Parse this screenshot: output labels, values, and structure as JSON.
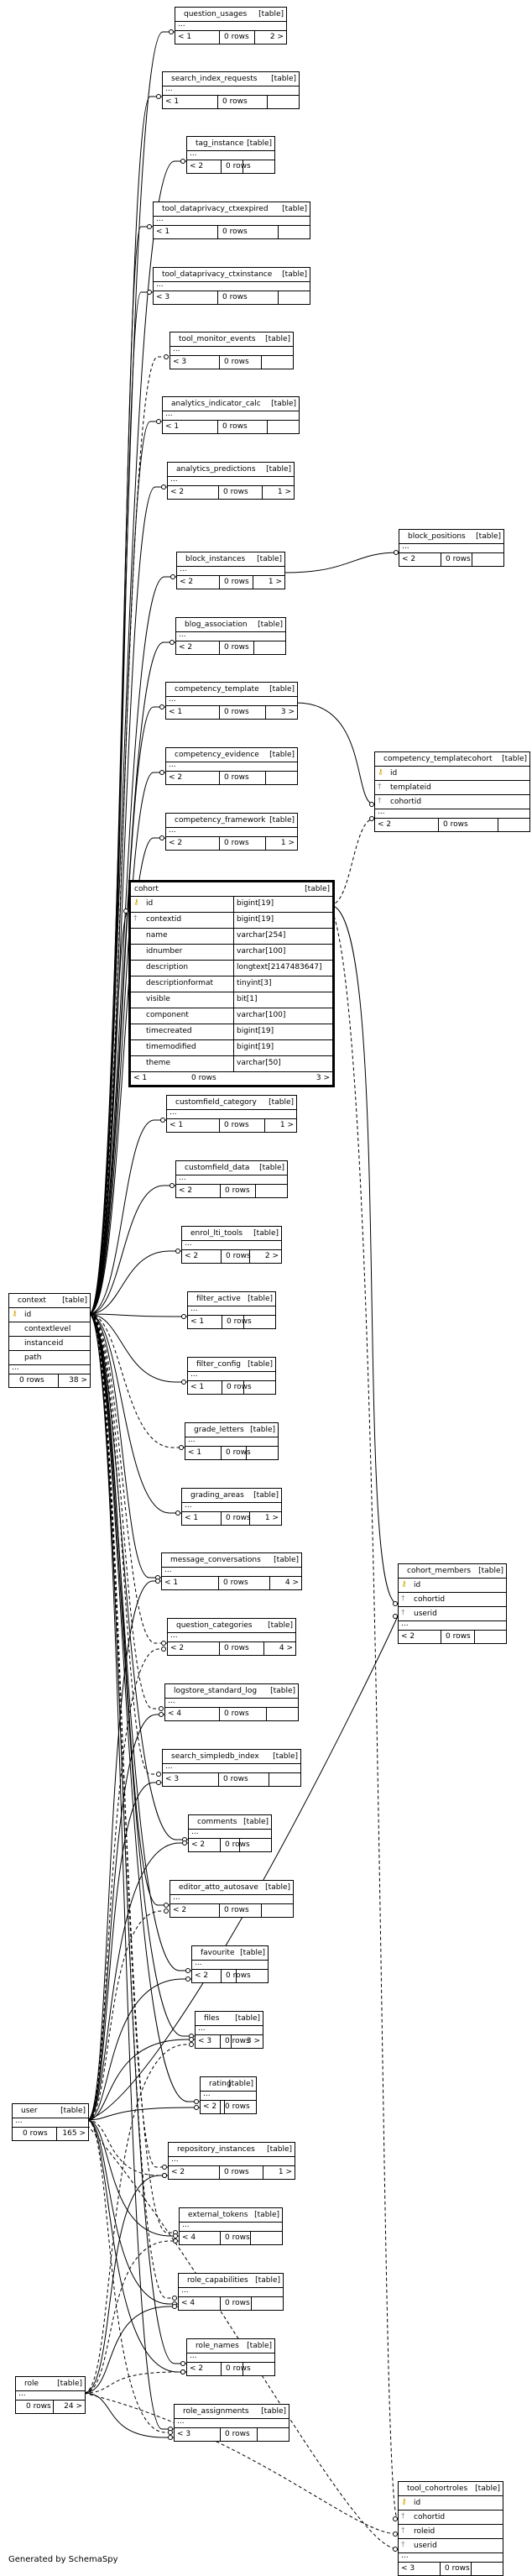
{
  "footer": "Generated by SchemaSpy",
  "table_tag": "[table]",
  "ellipsis": "...",
  "tables": [
    {
      "id": "question_usages",
      "name": "question_usages",
      "fl": "< 1",
      "fm": "0 rows",
      "fr": "2 >"
    },
    {
      "id": "search_index_requests",
      "name": "search_index_requests",
      "fl": "< 1",
      "fm": "0 rows",
      "fr": ""
    },
    {
      "id": "tag_instance",
      "name": "tag_instance",
      "fl": "< 2",
      "fm": "0 rows",
      "fr": ""
    },
    {
      "id": "tool_dataprivacy_ctxexpired",
      "name": "tool_dataprivacy_ctxexpired",
      "fl": "< 1",
      "fm": "0 rows",
      "fr": ""
    },
    {
      "id": "tool_dataprivacy_ctxinstance",
      "name": "tool_dataprivacy_ctxinstance",
      "fl": "< 3",
      "fm": "0 rows",
      "fr": ""
    },
    {
      "id": "tool_monitor_events",
      "name": "tool_monitor_events",
      "fl": "< 3",
      "fm": "0 rows",
      "fr": ""
    },
    {
      "id": "analytics_indicator_calc",
      "name": "analytics_indicator_calc",
      "fl": "< 1",
      "fm": "0 rows",
      "fr": ""
    },
    {
      "id": "analytics_predictions",
      "name": "analytics_predictions",
      "fl": "< 2",
      "fm": "0 rows",
      "fr": "1 >"
    },
    {
      "id": "block_instances",
      "name": "block_instances",
      "fl": "< 2",
      "fm": "0 rows",
      "fr": "1 >"
    },
    {
      "id": "block_positions",
      "name": "block_positions",
      "fl": "< 2",
      "fm": "0 rows",
      "fr": ""
    },
    {
      "id": "blog_association",
      "name": "blog_association",
      "fl": "< 2",
      "fm": "0 rows",
      "fr": ""
    },
    {
      "id": "competency_template",
      "name": "competency_template",
      "fl": "< 1",
      "fm": "0 rows",
      "fr": "3 >"
    },
    {
      "id": "competency_evidence",
      "name": "competency_evidence",
      "fl": "< 2",
      "fm": "0 rows",
      "fr": ""
    },
    {
      "id": "competency_framework",
      "name": "competency_framework",
      "fl": "< 2",
      "fm": "0 rows",
      "fr": "1 >"
    },
    {
      "id": "customfield_category",
      "name": "customfield_category",
      "fl": "< 1",
      "fm": "0 rows",
      "fr": "1 >"
    },
    {
      "id": "customfield_data",
      "name": "customfield_data",
      "fl": "< 2",
      "fm": "0 rows",
      "fr": ""
    },
    {
      "id": "enrol_lti_tools",
      "name": "enrol_lti_tools",
      "fl": "< 2",
      "fm": "0 rows",
      "fr": "2 >"
    },
    {
      "id": "filter_active",
      "name": "filter_active",
      "fl": "< 1",
      "fm": "0 rows",
      "fr": ""
    },
    {
      "id": "filter_config",
      "name": "filter_config",
      "fl": "< 1",
      "fm": "0 rows",
      "fr": ""
    },
    {
      "id": "grade_letters",
      "name": "grade_letters",
      "fl": "< 1",
      "fm": "0 rows",
      "fr": ""
    },
    {
      "id": "grading_areas",
      "name": "grading_areas",
      "fl": "< 1",
      "fm": "0 rows",
      "fr": "1 >"
    },
    {
      "id": "message_conversations",
      "name": "message_conversations",
      "fl": "< 1",
      "fm": "0 rows",
      "fr": "4 >"
    },
    {
      "id": "question_categories",
      "name": "question_categories",
      "fl": "< 2",
      "fm": "0 rows",
      "fr": "4 >"
    },
    {
      "id": "logstore_standard_log",
      "name": "logstore_standard_log",
      "fl": "< 4",
      "fm": "0 rows",
      "fr": ""
    },
    {
      "id": "search_simpledb_index",
      "name": "search_simpledb_index",
      "fl": "< 3",
      "fm": "0 rows",
      "fr": ""
    },
    {
      "id": "comments",
      "name": "comments",
      "fl": "< 2",
      "fm": "0 rows",
      "fr": ""
    },
    {
      "id": "editor_atto_autosave",
      "name": "editor_atto_autosave",
      "fl": "< 2",
      "fm": "0 rows",
      "fr": ""
    },
    {
      "id": "favourite",
      "name": "favourite",
      "fl": "< 2",
      "fm": "0 rows",
      "fr": ""
    },
    {
      "id": "files",
      "name": "files",
      "fl": "< 3",
      "fm": "0 rows",
      "fr": "3 >"
    },
    {
      "id": "rating",
      "name": "rating",
      "fl": "< 2",
      "fm": "0 rows",
      "fr": ""
    },
    {
      "id": "repository_instances",
      "name": "repository_instances",
      "fl": "< 2",
      "fm": "0 rows",
      "fr": "1 >"
    },
    {
      "id": "external_tokens",
      "name": "external_tokens",
      "fl": "< 4",
      "fm": "0 rows",
      "fr": ""
    },
    {
      "id": "role_capabilities",
      "name": "role_capabilities",
      "fl": "< 4",
      "fm": "0 rows",
      "fr": ""
    },
    {
      "id": "role_names",
      "name": "role_names",
      "fl": "< 2",
      "fm": "0 rows",
      "fr": ""
    },
    {
      "id": "role_assignments",
      "name": "role_assignments",
      "fl": "< 3",
      "fm": "0 rows",
      "fr": ""
    },
    {
      "id": "context",
      "name": "context",
      "cols": [
        {
          "n": "id",
          "key": true
        },
        {
          "n": "contextlevel"
        },
        {
          "n": "instanceid"
        },
        {
          "n": "path"
        }
      ],
      "fl": "",
      "fm": "0 rows",
      "fr": "38 >"
    },
    {
      "id": "user",
      "name": "user",
      "fl": "",
      "fm": "0 rows",
      "fr": "165 >"
    },
    {
      "id": "role",
      "name": "role",
      "fl": "",
      "fm": "0 rows",
      "fr": "24 >"
    },
    {
      "id": "competency_templatecohort",
      "name": "competency_templatecohort",
      "cols": [
        {
          "n": "id",
          "key": true
        },
        {
          "n": "templateid",
          "fk": true
        },
        {
          "n": "cohortid",
          "fk": true
        }
      ],
      "fl": "< 2",
      "fm": "0 rows",
      "fr": ""
    },
    {
      "id": "cohort_members",
      "name": "cohort_members",
      "cols": [
        {
          "n": "id",
          "key": true
        },
        {
          "n": "cohortid",
          "fk": true
        },
        {
          "n": "userid",
          "fk": true
        }
      ],
      "fl": "< 2",
      "fm": "0 rows",
      "fr": ""
    },
    {
      "id": "tool_cohortroles",
      "name": "tool_cohortroles",
      "cols": [
        {
          "n": "id",
          "key": true
        },
        {
          "n": "cohortid",
          "fk": true
        },
        {
          "n": "roleid",
          "fk": true
        },
        {
          "n": "userid",
          "fk": true
        }
      ],
      "fl": "< 3",
      "fm": "0 rows",
      "fr": ""
    }
  ],
  "cohort": {
    "name": "cohort",
    "columns": [
      {
        "n": "id",
        "t": "bigint[19]",
        "key": true
      },
      {
        "n": "contextid",
        "t": "bigint[19]",
        "fk": true
      },
      {
        "n": "name",
        "t": "varchar[254]"
      },
      {
        "n": "idnumber",
        "t": "varchar[100]"
      },
      {
        "n": "description",
        "t": "longtext[2147483647]"
      },
      {
        "n": "descriptionformat",
        "t": "tinyint[3]"
      },
      {
        "n": "visible",
        "t": "bit[1]"
      },
      {
        "n": "component",
        "t": "varchar[100]"
      },
      {
        "n": "timecreated",
        "t": "bigint[19]"
      },
      {
        "n": "timemodified",
        "t": "bigint[19]"
      },
      {
        "n": "theme",
        "t": "varchar[50]"
      }
    ],
    "fl": "< 1",
    "fm": "0 rows",
    "fr": "3 >"
  }
}
